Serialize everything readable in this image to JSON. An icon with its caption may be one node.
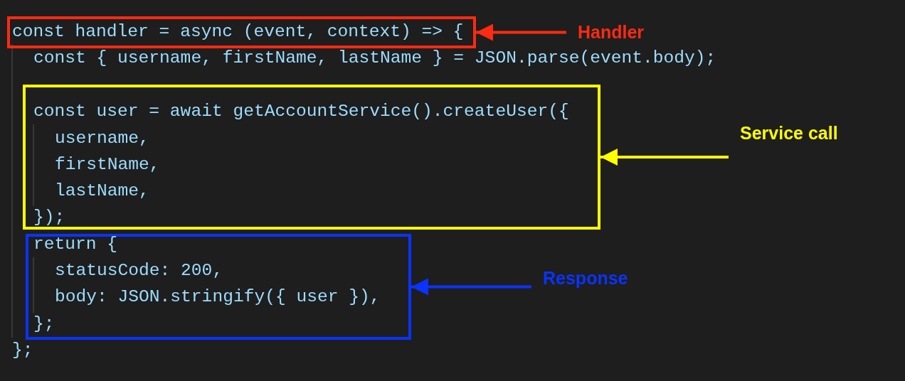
{
  "diagram": {
    "nodes": [
      {
        "text": [
          "const handler = async (event, context) => {"
        ]
      },
      {
        "text": [
          "Handler"
        ]
      },
      {
        "text": [
          "const user = await getAccountService().createUser({",
          "username,",
          "firstName,",
          "lastName,",
          "});"
        ]
      },
      {
        "text": [
          "Service call"
        ]
      },
      {
        "text": [
          "return {",
          "statusCode: 200,",
          "body: JSON.stringify({ user }),",
          "};"
        ]
      },
      {
        "text": [
          "Response"
        ]
      }
    ],
    "edges": [
      {
        "from": 1,
        "to": 0,
        "arrow": "to",
        "color": "#ff2a12"
      },
      {
        "from": 3,
        "to": 2,
        "arrow": "to",
        "color": "#ffff00"
      },
      {
        "from": 5,
        "to": 4,
        "arrow": "to",
        "color": "#0a33ff"
      }
    ],
    "labels": [
      "const { username, firstName, lastName } = JSON.parse(event.body);",
      "};"
    ]
  }
}
